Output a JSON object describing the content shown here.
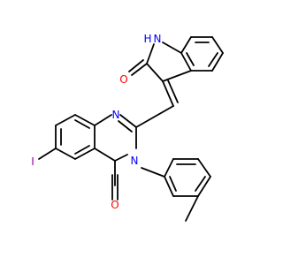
{
  "molecule": {
    "atoms": {
      "nh": "N",
      "h": "H",
      "o_indole": "O",
      "n1": "N",
      "n3": "N",
      "iodine": "I",
      "o_quin": "O"
    }
  },
  "colors": {
    "bond": "#000000",
    "nitrogen": "#0000ff",
    "oxygen": "#ff0000",
    "iodine": "#940094"
  }
}
